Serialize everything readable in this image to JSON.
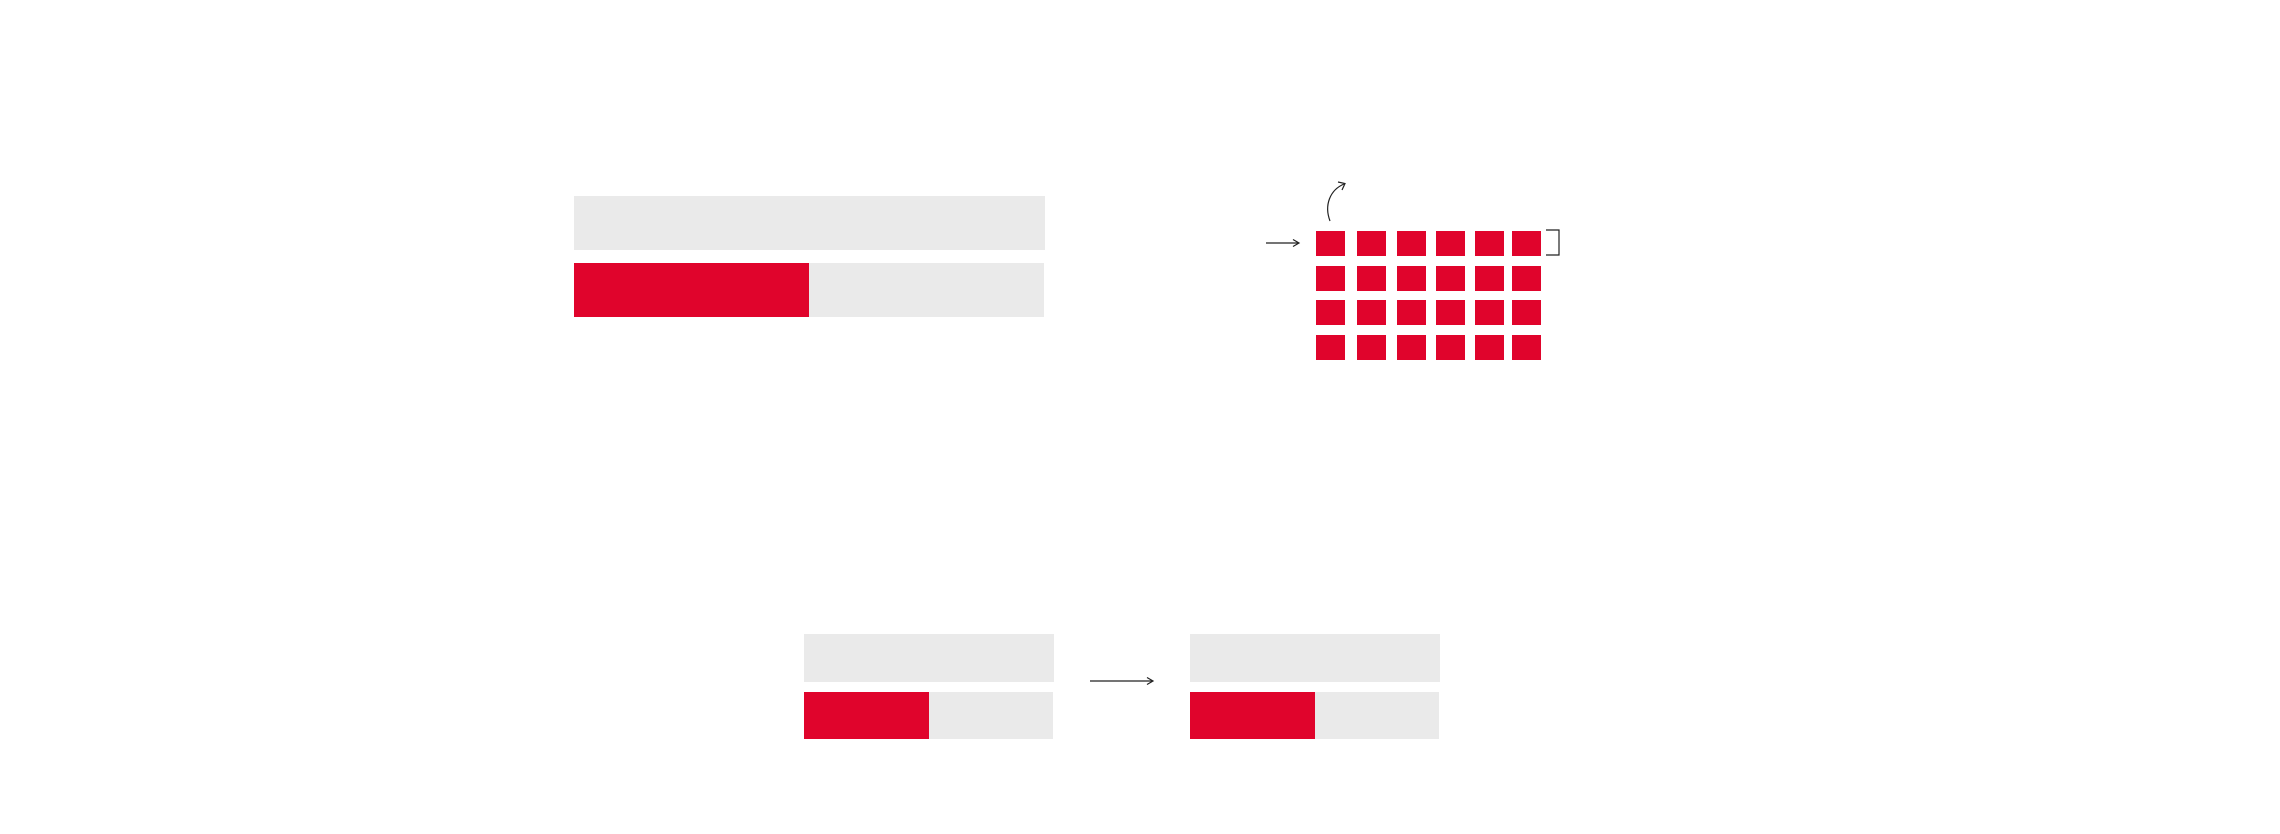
{
  "colors": {
    "accent": "#e0042c",
    "track": "#eaeaea",
    "stroke": "#222222"
  },
  "panels": {
    "top_left": {
      "bars": [
        {
          "fill_fraction": 0
        },
        {
          "fill_fraction": 0.5
        }
      ]
    },
    "top_right": {
      "grid": {
        "rows": 4,
        "cols": 6,
        "filled": 24,
        "open_slots": 1
      }
    },
    "bottom_before": {
      "bars": [
        {
          "fill_fraction": 0
        },
        {
          "fill_fraction": 0.5
        }
      ]
    },
    "bottom_after": {
      "bars": [
        {
          "fill_fraction": 0
        },
        {
          "fill_fraction": 0.5
        }
      ]
    }
  }
}
